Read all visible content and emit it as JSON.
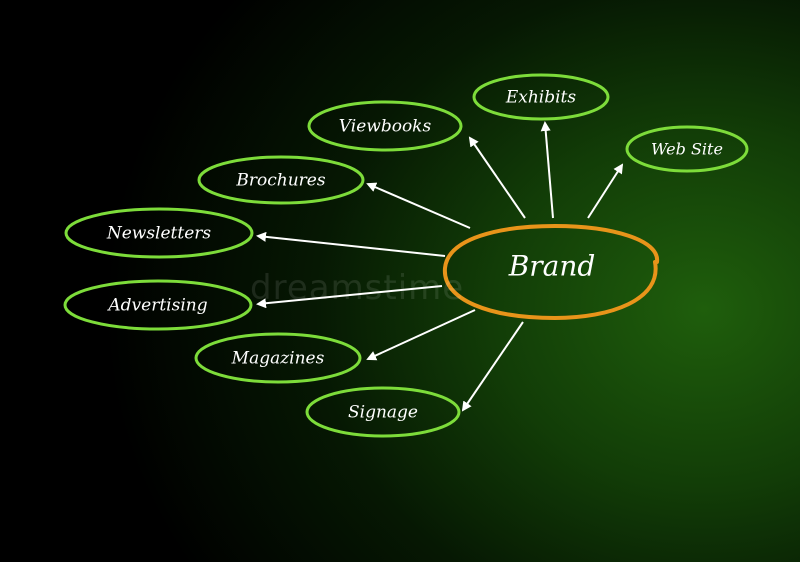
{
  "center": {
    "label": "Brand",
    "color": "#e8941a"
  },
  "node_color": "#7ddc3a",
  "arrow_color": "#ffffff",
  "nodes": [
    {
      "id": "exhibits",
      "label": "Exhibits"
    },
    {
      "id": "viewbooks",
      "label": "Viewbooks"
    },
    {
      "id": "website",
      "label": "Web Site"
    },
    {
      "id": "brochures",
      "label": "Brochures"
    },
    {
      "id": "newsletters",
      "label": "Newsletters"
    },
    {
      "id": "advertising",
      "label": "Advertising"
    },
    {
      "id": "magazines",
      "label": "Magazines"
    },
    {
      "id": "signage",
      "label": "Signage"
    }
  ],
  "watermark": {
    "text": "dreamstime"
  }
}
